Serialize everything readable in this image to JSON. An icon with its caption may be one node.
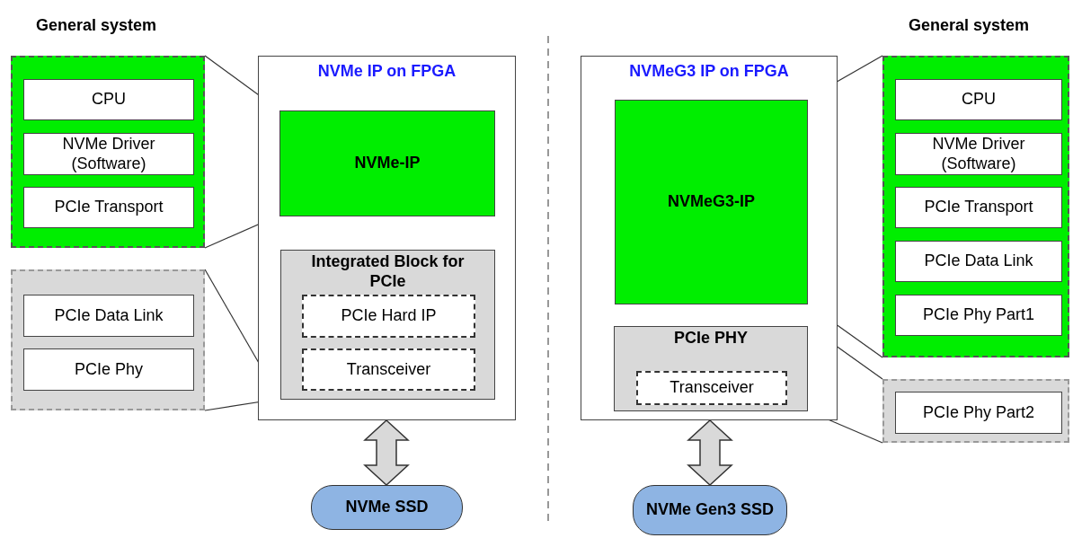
{
  "diagram": {
    "nodes": [
      {
        "text": [],
        "shape": "box"
      },
      {
        "text": [
          "CPU"
        ],
        "in": 0
      },
      {
        "text": [
          "NVMe Driver (Software)"
        ],
        "in": 0
      },
      {
        "text": [
          "PCIe Transport"
        ],
        "in": 0
      },
      {
        "text": [],
        "shape": "box"
      },
      {
        "text": [
          "PCIe Data Link"
        ],
        "in": 4
      },
      {
        "text": [
          "PCIe Phy"
        ],
        "in": 4
      },
      {
        "text": [
          "NVMe IP on FPGA"
        ]
      },
      {
        "text": [
          "NVMe-IP"
        ],
        "in": 7
      },
      {
        "text": [
          "Integrated Block for PCIe"
        ],
        "in": 7
      },
      {
        "text": [
          "PCIe Hard IP"
        ],
        "in": 9
      },
      {
        "text": [
          "Transceiver"
        ],
        "in": 9
      },
      {
        "text": [
          "NVMe SSD"
        ]
      },
      {
        "text": [
          "NVMeG3 IP on FPGA"
        ]
      },
      {
        "text": [
          "NVMeG3-IP"
        ],
        "in": 13
      },
      {
        "text": [
          "PCIe PHY"
        ],
        "in": 13
      },
      {
        "text": [
          "Transceiver"
        ],
        "in": 15
      },
      {
        "text": [],
        "shape": "box"
      },
      {
        "text": [
          "CPU"
        ],
        "in": 17
      },
      {
        "text": [
          "NVMe Driver (Software)"
        ],
        "in": 17
      },
      {
        "text": [
          "PCIe Transport"
        ],
        "in": 17
      },
      {
        "text": [
          "PCIe Data Link"
        ],
        "in": 17
      },
      {
        "text": [
          "PCIe Phy Part1"
        ],
        "in": 17
      },
      {
        "text": [],
        "shape": "box"
      },
      {
        "text": [
          "PCIe Phy Part2"
        ],
        "in": 23
      },
      {
        "text": [
          "NVMe Gen3 SSD"
        ]
      }
    ],
    "edges": [
      {
        "from": 0,
        "to": 8,
        "arrow": "none"
      },
      {
        "from": 0,
        "to": 8,
        "arrow": "none"
      },
      {
        "from": 4,
        "to": 9,
        "arrow": "none"
      },
      {
        "from": 4,
        "to": 9,
        "arrow": "none"
      },
      {
        "from": 7,
        "to": 12,
        "arrow": "both",
        "style": "thick"
      },
      {
        "from": 14,
        "to": 17,
        "arrow": "none"
      },
      {
        "from": 14,
        "to": 17,
        "arrow": "none"
      },
      {
        "from": 15,
        "to": 23,
        "arrow": "none"
      },
      {
        "from": 15,
        "to": 23,
        "arrow": "none"
      },
      {
        "from": 13,
        "to": 25,
        "arrow": "both",
        "style": "thick"
      }
    ],
    "labels": [
      "General system",
      "General system"
    ]
  }
}
